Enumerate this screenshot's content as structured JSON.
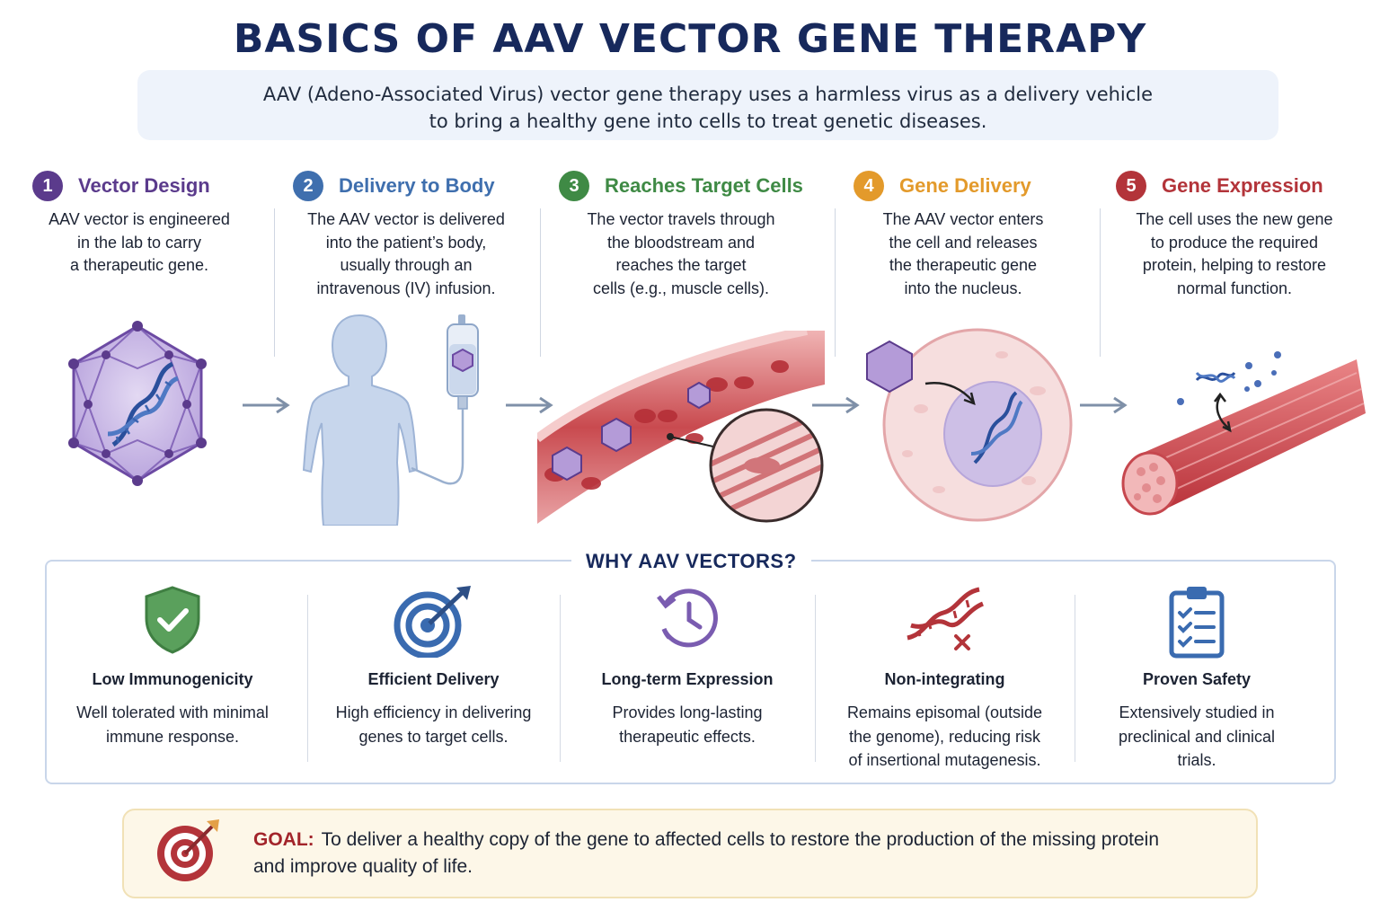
{
  "title": "BASICS OF AAV VECTOR GENE THERAPY",
  "intro": {
    "line1": "AAV (Adeno-Associated Virus) vector gene therapy uses a harmless virus as a delivery vehicle",
    "line2": "to bring a healthy gene into cells to treat genetic diseases."
  },
  "steps": [
    {
      "number": "1",
      "title": "Vector Design",
      "color": "#5b3b8c",
      "lines": [
        "AAV vector is engineered",
        "in the lab to carry",
        "a therapeutic gene."
      ]
    },
    {
      "number": "2",
      "title": "Delivery to Body",
      "color": "#3f6fae",
      "lines": [
        "The AAV vector is delivered",
        "into the patient’s body,",
        "usually through an",
        "intravenous (IV) infusion."
      ]
    },
    {
      "number": "3",
      "title": "Reaches Target Cells",
      "color": "#3f8a45",
      "lines": [
        "The vector travels through",
        "the bloodstream and",
        "reaches the target",
        "cells (e.g., muscle cells)."
      ]
    },
    {
      "number": "4",
      "title": "Gene Delivery",
      "color": "#e39a2b",
      "lines": [
        "The AAV vector enters",
        "the cell and releases",
        "the therapeutic gene",
        "into the nucleus."
      ]
    },
    {
      "number": "5",
      "title": "Gene Expression",
      "color": "#b3343a",
      "lines": [
        "The cell uses the new gene",
        "to produce the required",
        "protein, helping to restore",
        "normal function."
      ]
    }
  ],
  "why": {
    "title": "WHY AAV VECTORS?",
    "features": [
      {
        "title": "Low Immunogenicity",
        "icon": "shield-check-icon",
        "lines": [
          "Well tolerated with minimal",
          "immune response."
        ]
      },
      {
        "title": "Efficient Delivery",
        "icon": "target-arrow-icon",
        "lines": [
          "High efficiency in delivering",
          "genes to target cells."
        ]
      },
      {
        "title": "Long-term Expression",
        "icon": "clock-cycle-icon",
        "lines": [
          "Provides long-lasting",
          "therapeutic effects."
        ]
      },
      {
        "title": "Non-integrating",
        "icon": "dna-cross-icon",
        "lines": [
          "Remains episomal (outside",
          "the genome), reducing risk",
          "of insertional mutagenesis."
        ]
      },
      {
        "title": "Proven Safety",
        "icon": "clipboard-check-icon",
        "lines": [
          "Extensively studied in",
          "preclinical and clinical",
          "trials."
        ]
      }
    ]
  },
  "goal": {
    "label": "GOAL:",
    "line1": "To deliver a healthy copy of the gene to affected cells to restore the production of the missing protein",
    "line2": "and improve quality of life."
  }
}
